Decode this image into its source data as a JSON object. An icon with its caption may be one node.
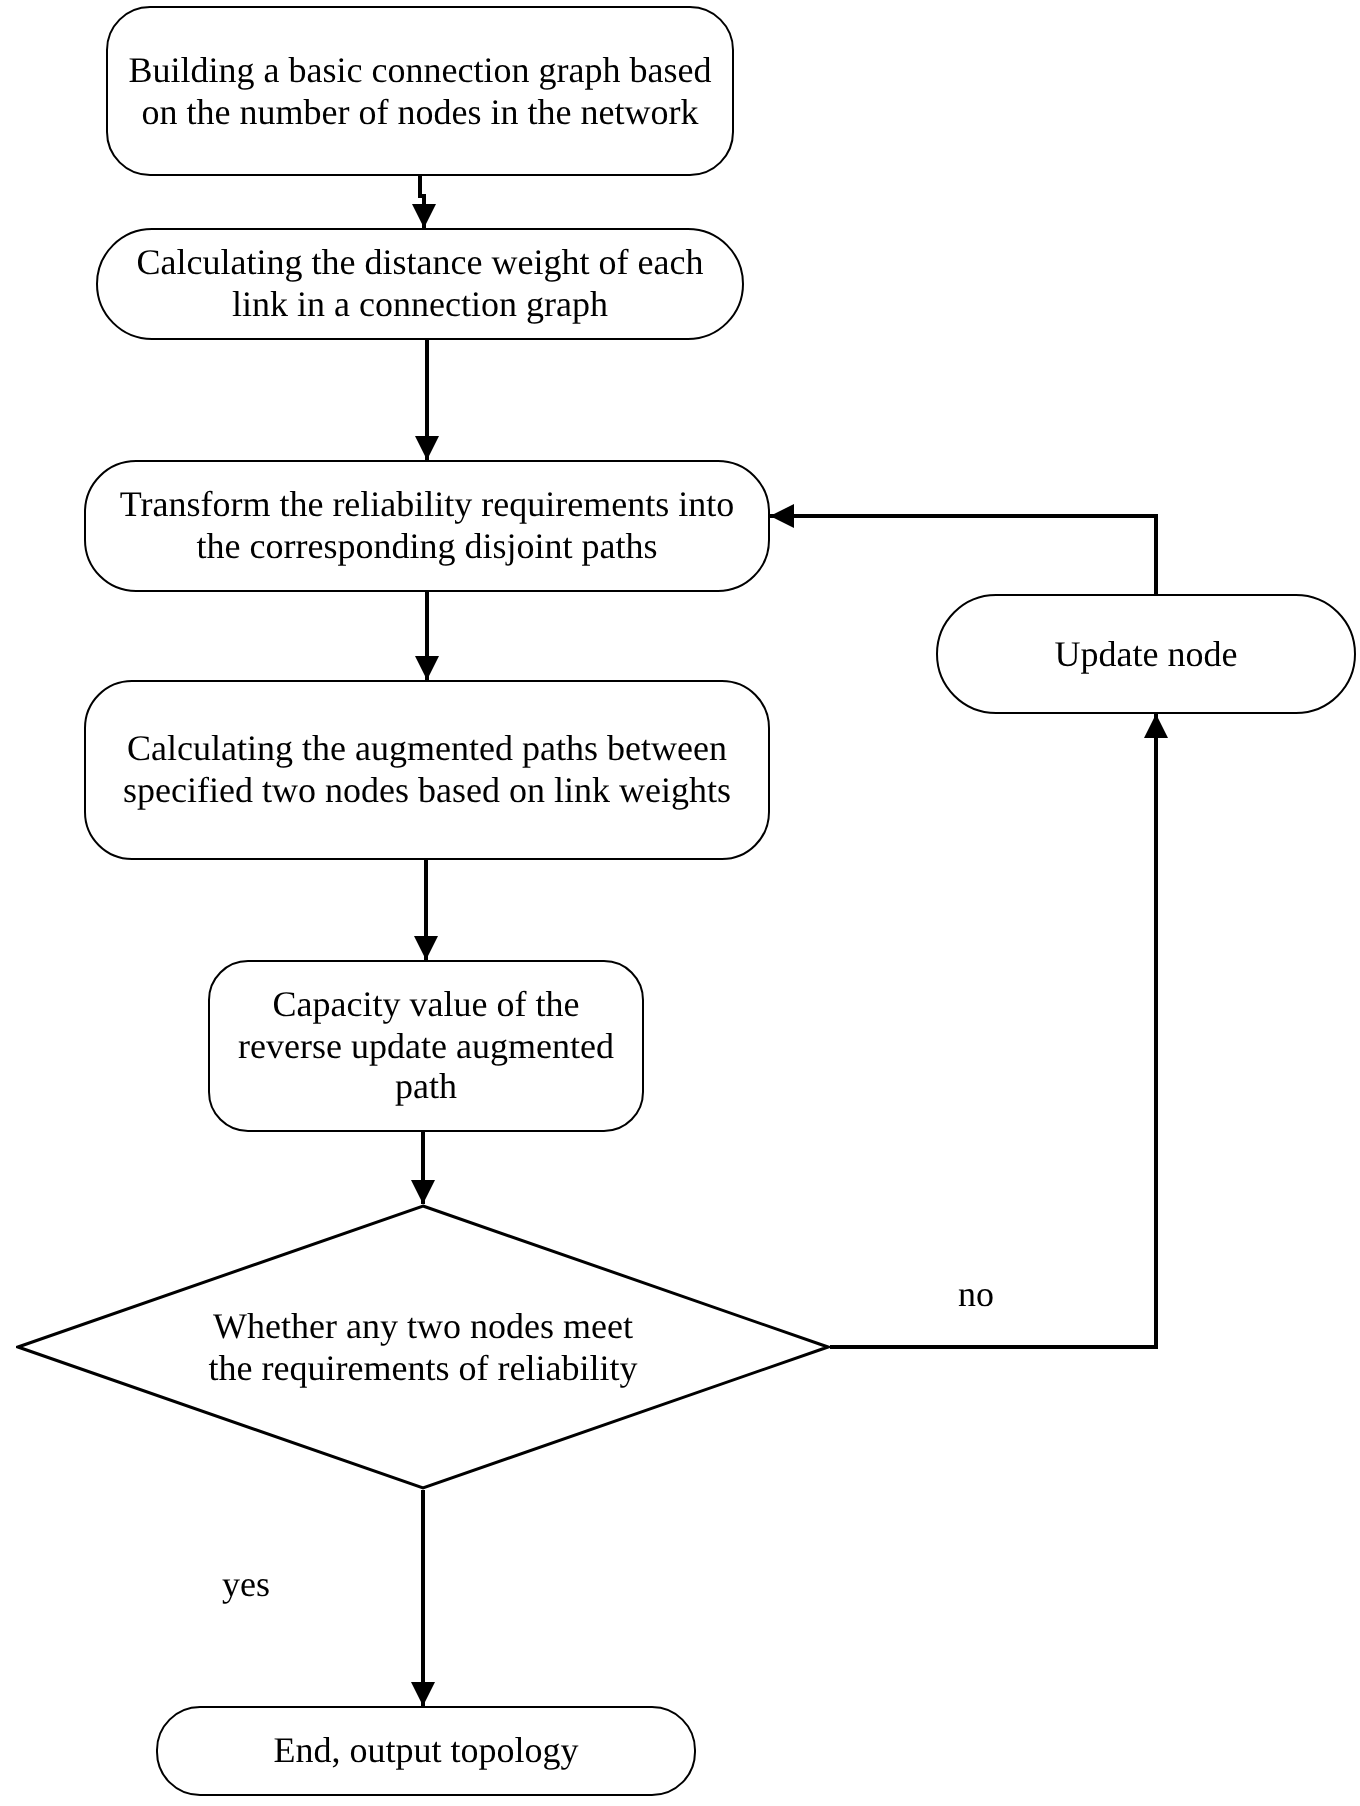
{
  "diagram": {
    "nodes": [
      {
        "text": [
          "Building a basic connection graph based on the number of nodes in the network"
        ]
      },
      {
        "text": [
          "Calculating the distance weight of each link in a connection graph"
        ]
      },
      {
        "text": [
          "Transform the reliability requirements into the corresponding disjoint paths"
        ]
      },
      {
        "text": [
          "Calculating the augmented paths between specified two nodes based on link weights"
        ]
      },
      {
        "text": [
          "Capacity value of the reverse update augmented path"
        ]
      },
      {
        "text": [
          "Whether any two nodes meet the requirements of reliability"
        ]
      },
      {
        "text": [
          "Update node"
        ]
      },
      {
        "text": [
          "End, output topology"
        ]
      }
    ],
    "edges": [
      {
        "from": 0,
        "to": 1,
        "arrow": "to"
      },
      {
        "from": 1,
        "to": 2,
        "arrow": "to"
      },
      {
        "from": 2,
        "to": 3,
        "arrow": "to"
      },
      {
        "from": 3,
        "to": 4,
        "arrow": "to"
      },
      {
        "from": 4,
        "to": 5,
        "arrow": "to"
      },
      {
        "from": 5,
        "to": 6,
        "arrow": "to",
        "label": "no"
      },
      {
        "from": 6,
        "to": 2,
        "arrow": "to"
      },
      {
        "from": 5,
        "to": 7,
        "arrow": "to",
        "label": "yes"
      }
    ]
  }
}
